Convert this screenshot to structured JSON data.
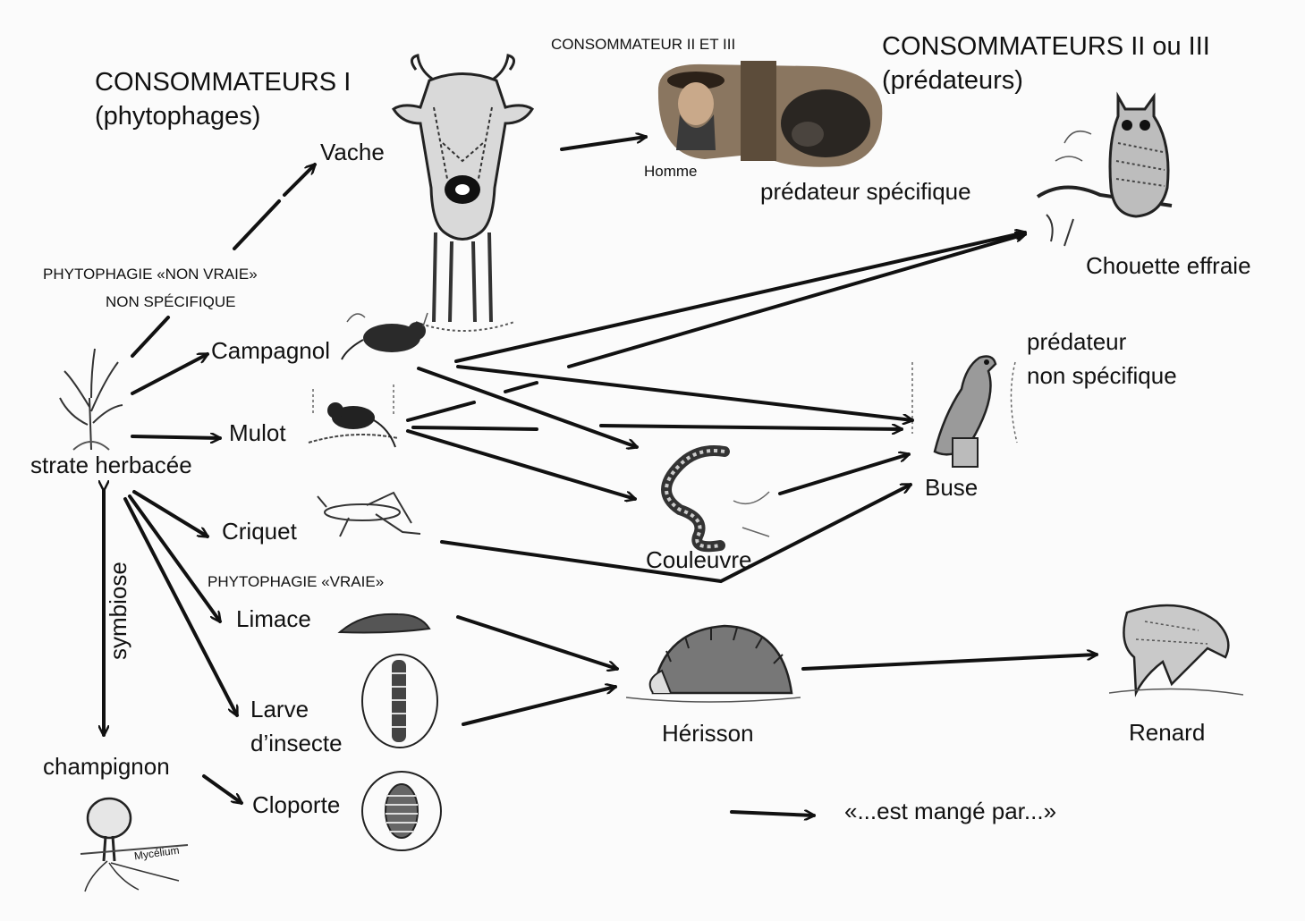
{
  "headers": {
    "consumers_1": [
      "CONSOMMATEURS I",
      "(phytophages)"
    ],
    "consumers_2_3_small": "CONSOMMATEUR II ET III",
    "consumers_2_3_big": [
      "CONSOMMATEURS II ou III",
      "(prédateurs)"
    ]
  },
  "annotations": {
    "phyto_non_vraie": [
      "PHYTOPHAGIE «NON VRAIE»",
      "NON SPÉCIFIQUE"
    ],
    "phyto_vraie": "PHYTOPHAGIE «VRAIE»",
    "predateur_specifique": "prédateur spécifique",
    "predateur_non_specifique": [
      "prédateur",
      "non spécifique"
    ],
    "symbiose": "symbiose",
    "mycelium": "Mycélium"
  },
  "nodes": {
    "vache": "Vache",
    "homme": "Homme",
    "chouette": "Chouette effraie",
    "campagnol": "Campagnol",
    "mulot": "Mulot",
    "strate": "strate herbacée",
    "criquet": "Criquet",
    "limace": "Limace",
    "larve": [
      "Larve",
      "d’insecte"
    ],
    "champignon": "champignon",
    "cloporte": "Cloporte",
    "couleuvre": "Couleuvre",
    "buse": "Buse",
    "herisson": "Hérisson",
    "renard": "Renard"
  },
  "legend": {
    "text": "«...est mangé par...»"
  },
  "colors": {
    "ink": "#111111",
    "background": "#fbfbfb",
    "photo_tone": "#6b5a46"
  }
}
